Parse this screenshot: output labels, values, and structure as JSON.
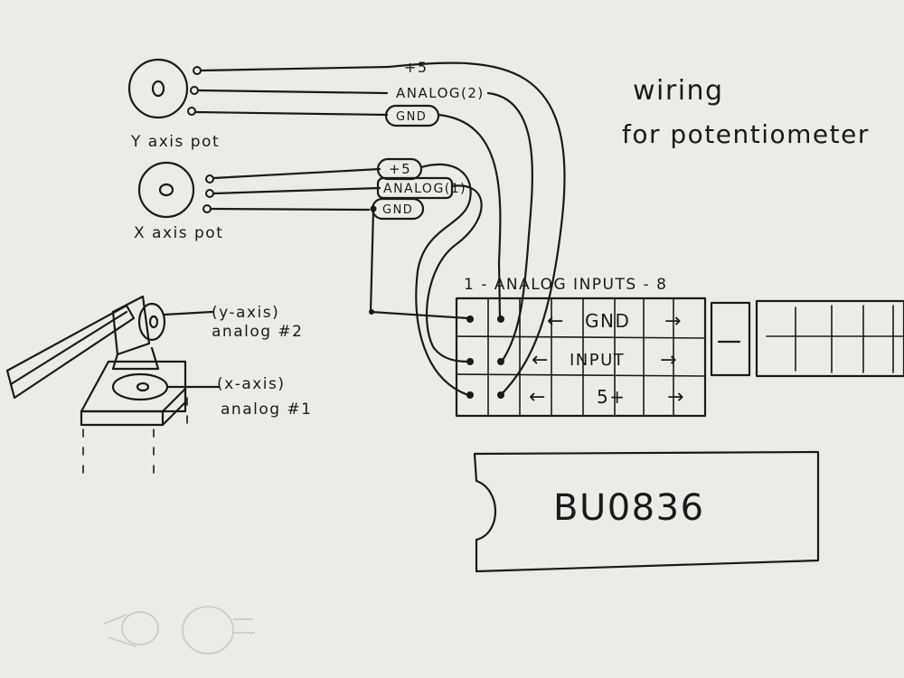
{
  "title": {
    "line1": "wiring",
    "line2": "for potentiometer"
  },
  "y_pot": {
    "caption": "Y axis pot",
    "labels": {
      "plus5": "+5",
      "analog": "ANALOG(2)",
      "gnd": "GND"
    }
  },
  "x_pot": {
    "caption": "X axis pot",
    "labels": {
      "plus5": "+5",
      "analog": "ANALOG(1)",
      "gnd": "GND"
    }
  },
  "joystick": {
    "y_label_1": "(y-axis)",
    "y_label_2": "analog #2",
    "x_label_1": "(x-axis)",
    "x_label_2": "analog #1"
  },
  "board": {
    "header": "1 - ANALOG INPUTS - 8",
    "row_gnd": "GND",
    "row_input": "INPUT",
    "row_5v": "5+",
    "arrow_left": "←",
    "arrow_right": "→"
  },
  "chip": {
    "label": "BU0836"
  }
}
